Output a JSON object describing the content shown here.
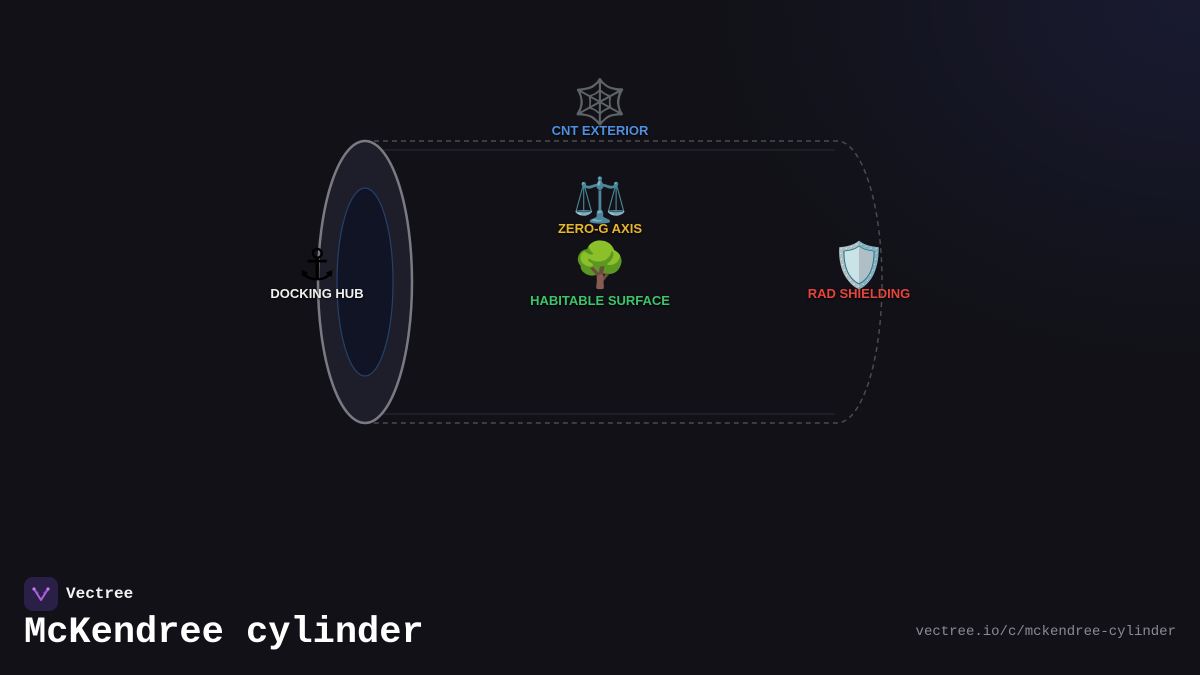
{
  "diagram": {
    "nodes": [
      {
        "id": "cnt",
        "label": "CNT EXTERIOR",
        "icon": "spiderweb-icon",
        "glyph": "🕸️",
        "color": "#4f8fdf"
      },
      {
        "id": "zero-g",
        "label": "ZERO-G AXIS",
        "icon": "scales-icon",
        "glyph": "⚖️",
        "color": "#e8b62c"
      },
      {
        "id": "habitable",
        "label": "HABITABLE SURFACE",
        "icon": "tree-icon",
        "glyph": "🌳",
        "color": "#3cc46a"
      },
      {
        "id": "docking",
        "label": "DOCKING HUB",
        "icon": "anchor-icon",
        "glyph": "⚓",
        "color": "#f0f0f0"
      },
      {
        "id": "shielding",
        "label": "RAD SHIELDING",
        "icon": "shield-icon",
        "glyph": "🛡️",
        "color": "#e5443b"
      }
    ],
    "colors": {
      "cylinder_outline": "#4a4a52",
      "end_cap_fill": "#1e1e2b",
      "end_cap_stroke": "#7a7a82",
      "end_cap_inner": "#101424",
      "end_cap_inner_stroke": "#26406a"
    }
  },
  "brand": {
    "name": "Vectree",
    "logo_icon": "vectree-logo-icon",
    "accent": "#b35fe0"
  },
  "title": "McKendree cylinder",
  "url": "vectree.io/c/mckendree-cylinder"
}
